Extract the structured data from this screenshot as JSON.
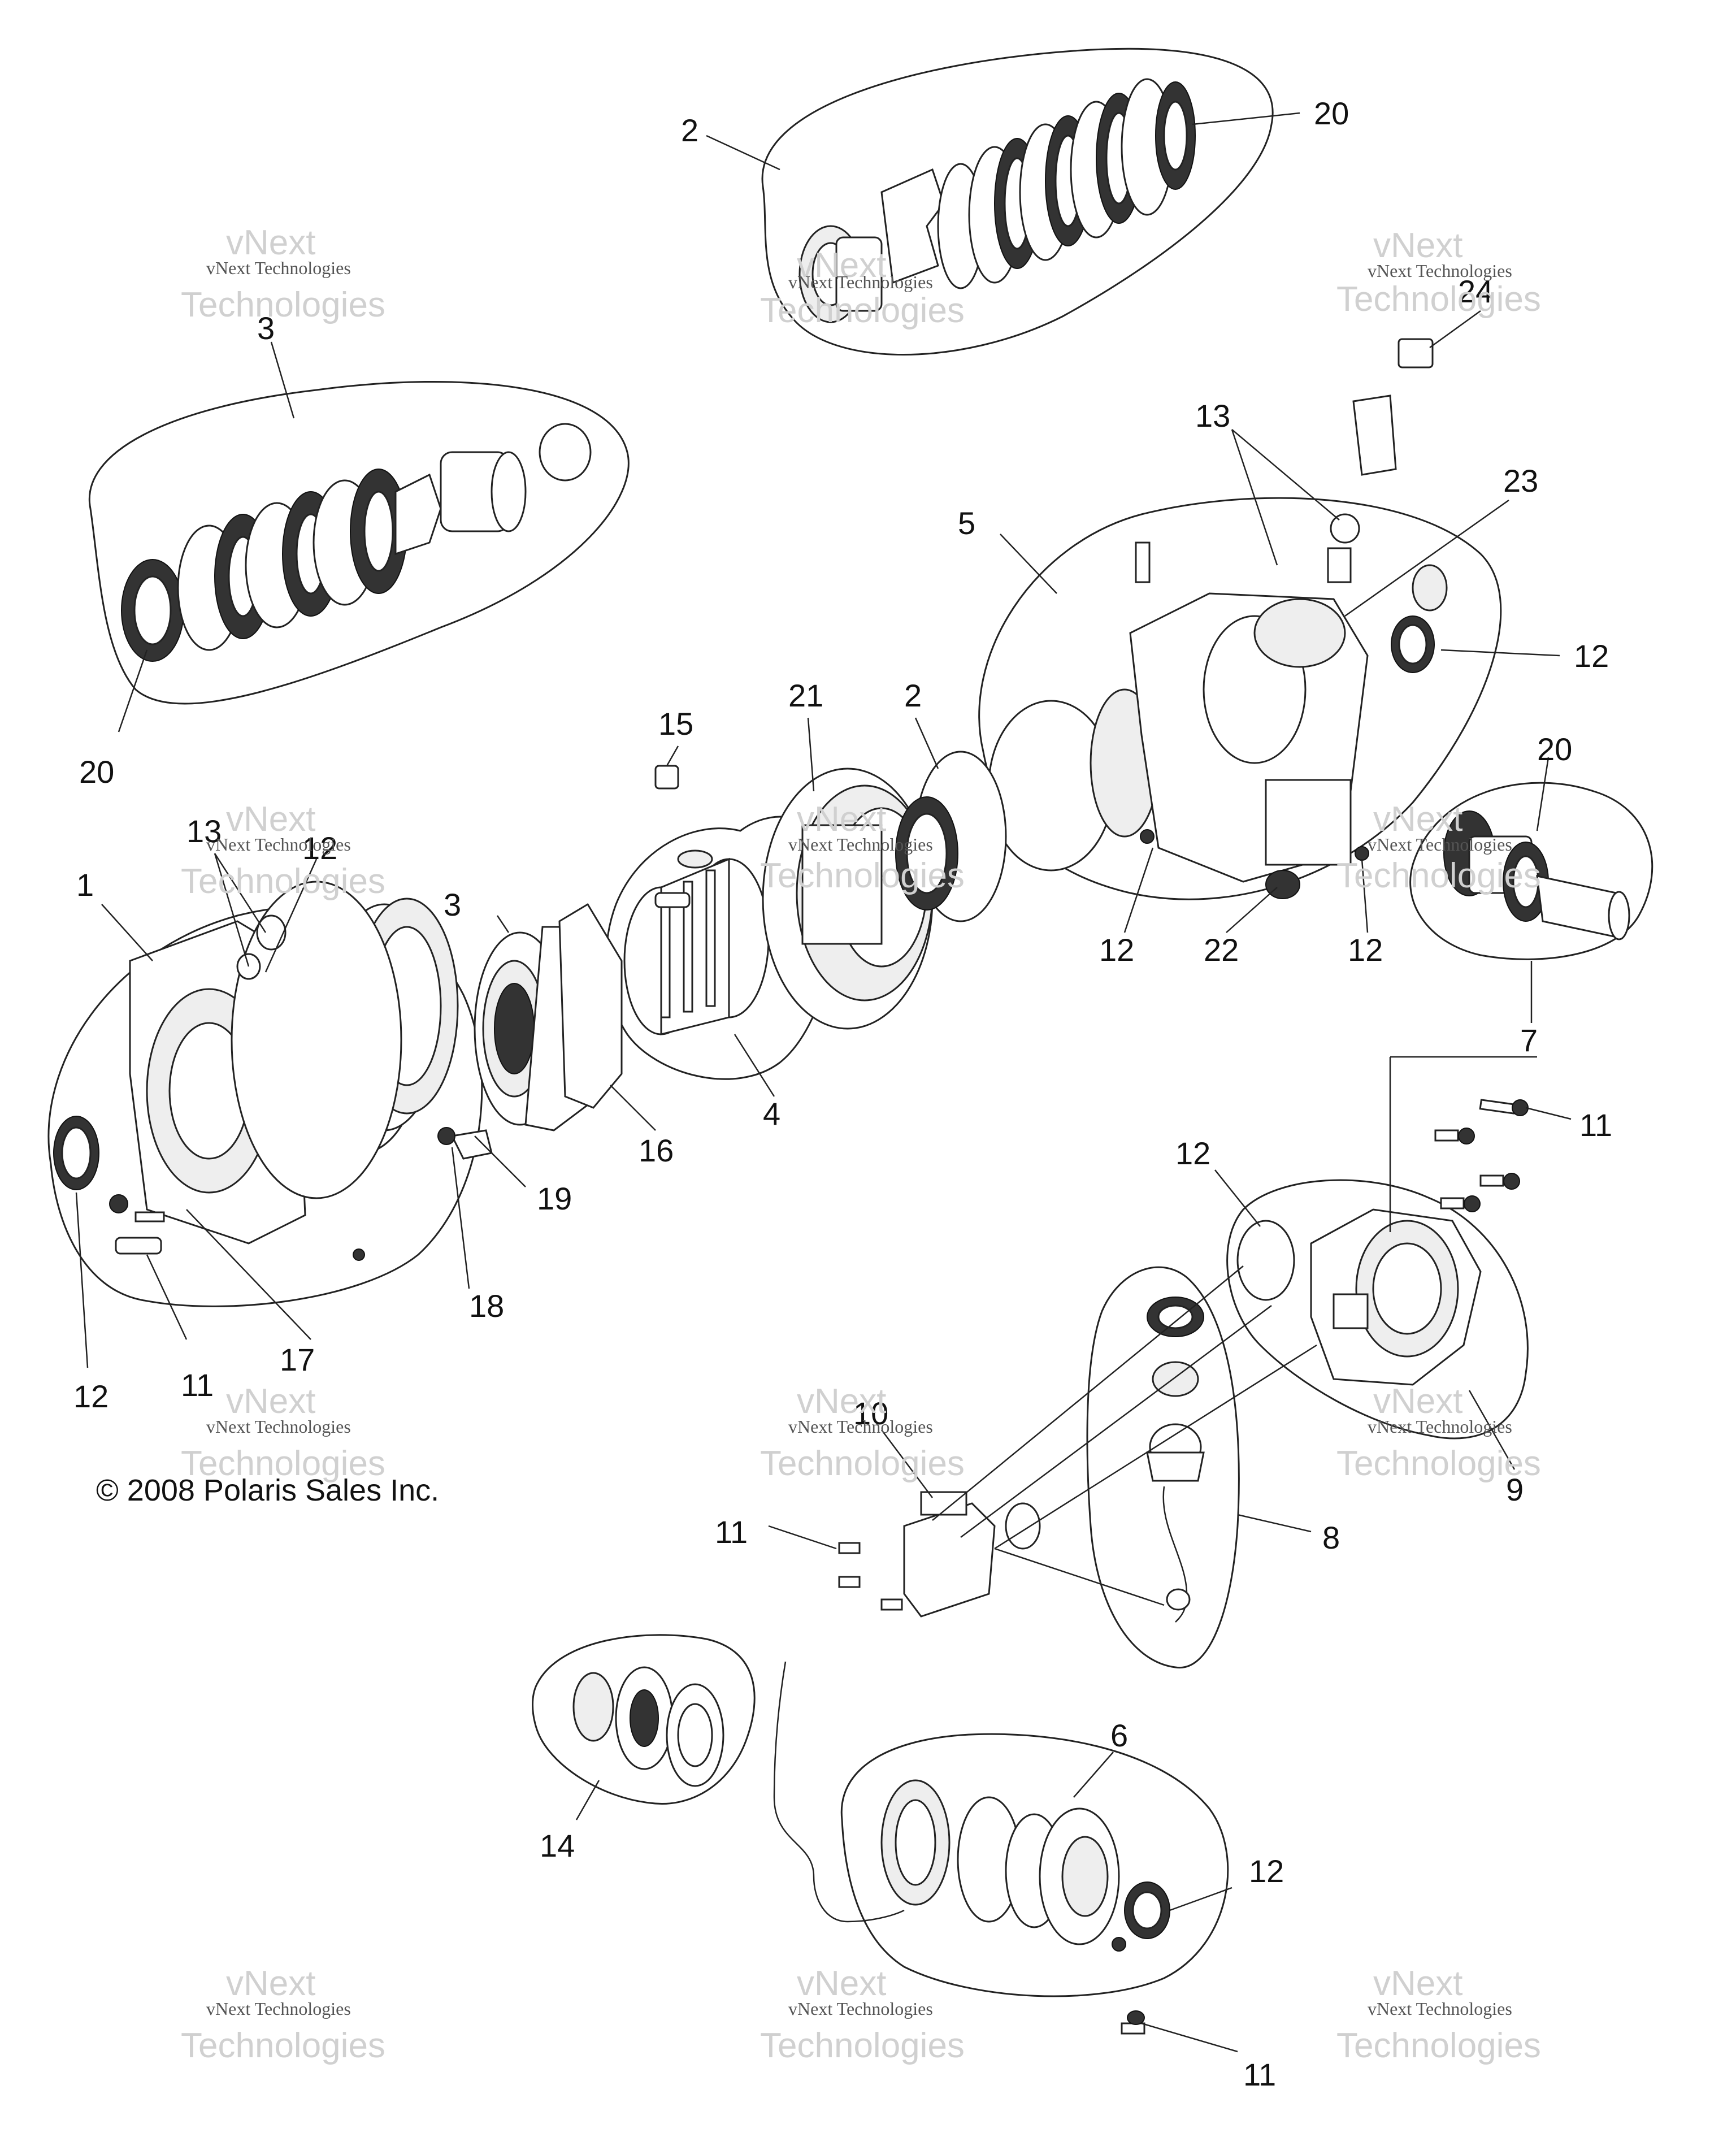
{
  "copyright": "© 2008 Polaris Sales Inc.",
  "watermark": {
    "line1": "vNext Technologies",
    "line2": "vNext",
    "line3": "Technologies"
  },
  "callouts": [
    {
      "id": "c2a",
      "text": "2"
    },
    {
      "id": "c20a",
      "text": "20"
    },
    {
      "id": "c3a",
      "text": "3"
    },
    {
      "id": "c20b",
      "text": "20"
    },
    {
      "id": "c24",
      "text": "24"
    },
    {
      "id": "c13a",
      "text": "13"
    },
    {
      "id": "c23",
      "text": "23"
    },
    {
      "id": "c5",
      "text": "5"
    },
    {
      "id": "c12a",
      "text": "12"
    },
    {
      "id": "c21",
      "text": "21"
    },
    {
      "id": "c2b",
      "text": "2"
    },
    {
      "id": "c15",
      "text": "15"
    },
    {
      "id": "c20c",
      "text": "20"
    },
    {
      "id": "c13b",
      "text": "13"
    },
    {
      "id": "c1",
      "text": "1"
    },
    {
      "id": "c3b",
      "text": "3"
    },
    {
      "id": "c12b",
      "text": "12"
    },
    {
      "id": "c22",
      "text": "22"
    },
    {
      "id": "c12c",
      "text": "12"
    },
    {
      "id": "c12d",
      "text": "12"
    },
    {
      "id": "c7",
      "text": "7"
    },
    {
      "id": "c4",
      "text": "4"
    },
    {
      "id": "c16",
      "text": "16"
    },
    {
      "id": "c11a",
      "text": "11"
    },
    {
      "id": "c12e",
      "text": "12"
    },
    {
      "id": "c19",
      "text": "19"
    },
    {
      "id": "c18",
      "text": "18"
    },
    {
      "id": "c17",
      "text": "17"
    },
    {
      "id": "c11b",
      "text": "11"
    },
    {
      "id": "c12f",
      "text": "12"
    },
    {
      "id": "c10",
      "text": "10"
    },
    {
      "id": "c9",
      "text": "9"
    },
    {
      "id": "c11c",
      "text": "11"
    },
    {
      "id": "c8",
      "text": "8"
    },
    {
      "id": "c6",
      "text": "6"
    },
    {
      "id": "c14",
      "text": "14"
    },
    {
      "id": "c12g",
      "text": "12"
    },
    {
      "id": "c11d",
      "text": "11"
    }
  ]
}
